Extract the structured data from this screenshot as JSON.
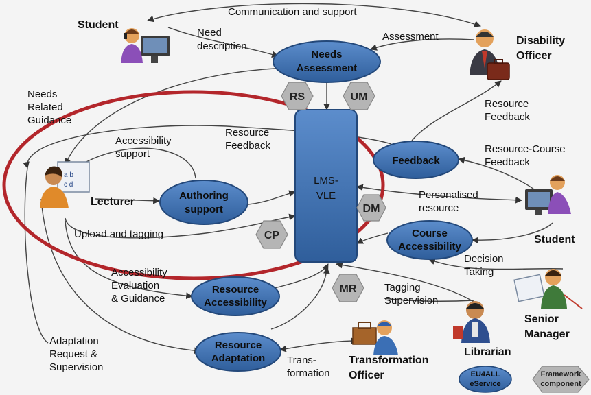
{
  "nodes": {
    "needs_assessment": [
      "Needs",
      "Assessment"
    ],
    "lms": [
      "LMS-",
      "VLE"
    ],
    "feedback": "Feedback",
    "authoring": [
      "Authoring",
      "support"
    ],
    "course_access": [
      "Course",
      "Accessibility"
    ],
    "resource_access": [
      "Resource",
      "Accessibility"
    ],
    "resource_adapt": [
      "Resource",
      "Adaptation"
    ],
    "eservice": [
      "EU4ALL",
      "eService"
    ],
    "framework": [
      "Framework",
      "component"
    ]
  },
  "hexagons": {
    "rs": "RS",
    "um": "UM",
    "dm": "DM",
    "cp": "CP",
    "mr": "MR"
  },
  "actors": {
    "student_top": "Student",
    "disability_officer": [
      "Disability",
      "Officer"
    ],
    "lecturer": "Lecturer",
    "student_right": "Student",
    "senior_manager": [
      "Senior",
      "Manager"
    ],
    "librarian": "Librarian",
    "transformation_officer": [
      "Transformation",
      "Officer"
    ]
  },
  "labels": {
    "communication": "Communication and support",
    "need_description": [
      "Need",
      "description"
    ],
    "assessment": "Assessment",
    "needs_guidance": [
      "Needs",
      "Related",
      "Guidance"
    ],
    "resource_feedback_top": [
      "Resource",
      "Feedback"
    ],
    "resource_feedback_mid": [
      "Resource",
      "Feedback"
    ],
    "accessibility_support": [
      "Accessibility",
      "support"
    ],
    "resource_course_feedback": [
      "Resource-Course",
      "Feedback"
    ],
    "personalised": [
      "Personalised",
      "resource"
    ],
    "upload_tagging": "Upload and tagging",
    "acc_eval": [
      "Accessibility",
      "Evaluation",
      "& Guidance"
    ],
    "decision": [
      "Decision",
      "Taking"
    ],
    "tagging_supervision": [
      "Tagging",
      "Supervision"
    ],
    "adaptation_request": [
      "Adaptation",
      "Request &",
      "Supervision"
    ],
    "transformation": [
      "Trans-",
      "formation"
    ]
  },
  "colors": {
    "node_fill": "#3d6fad",
    "node_stroke": "#23487a",
    "hex_fill": "#b5b5b5",
    "highlight_ring": "#b3262b",
    "background": "#f4f4f4"
  }
}
